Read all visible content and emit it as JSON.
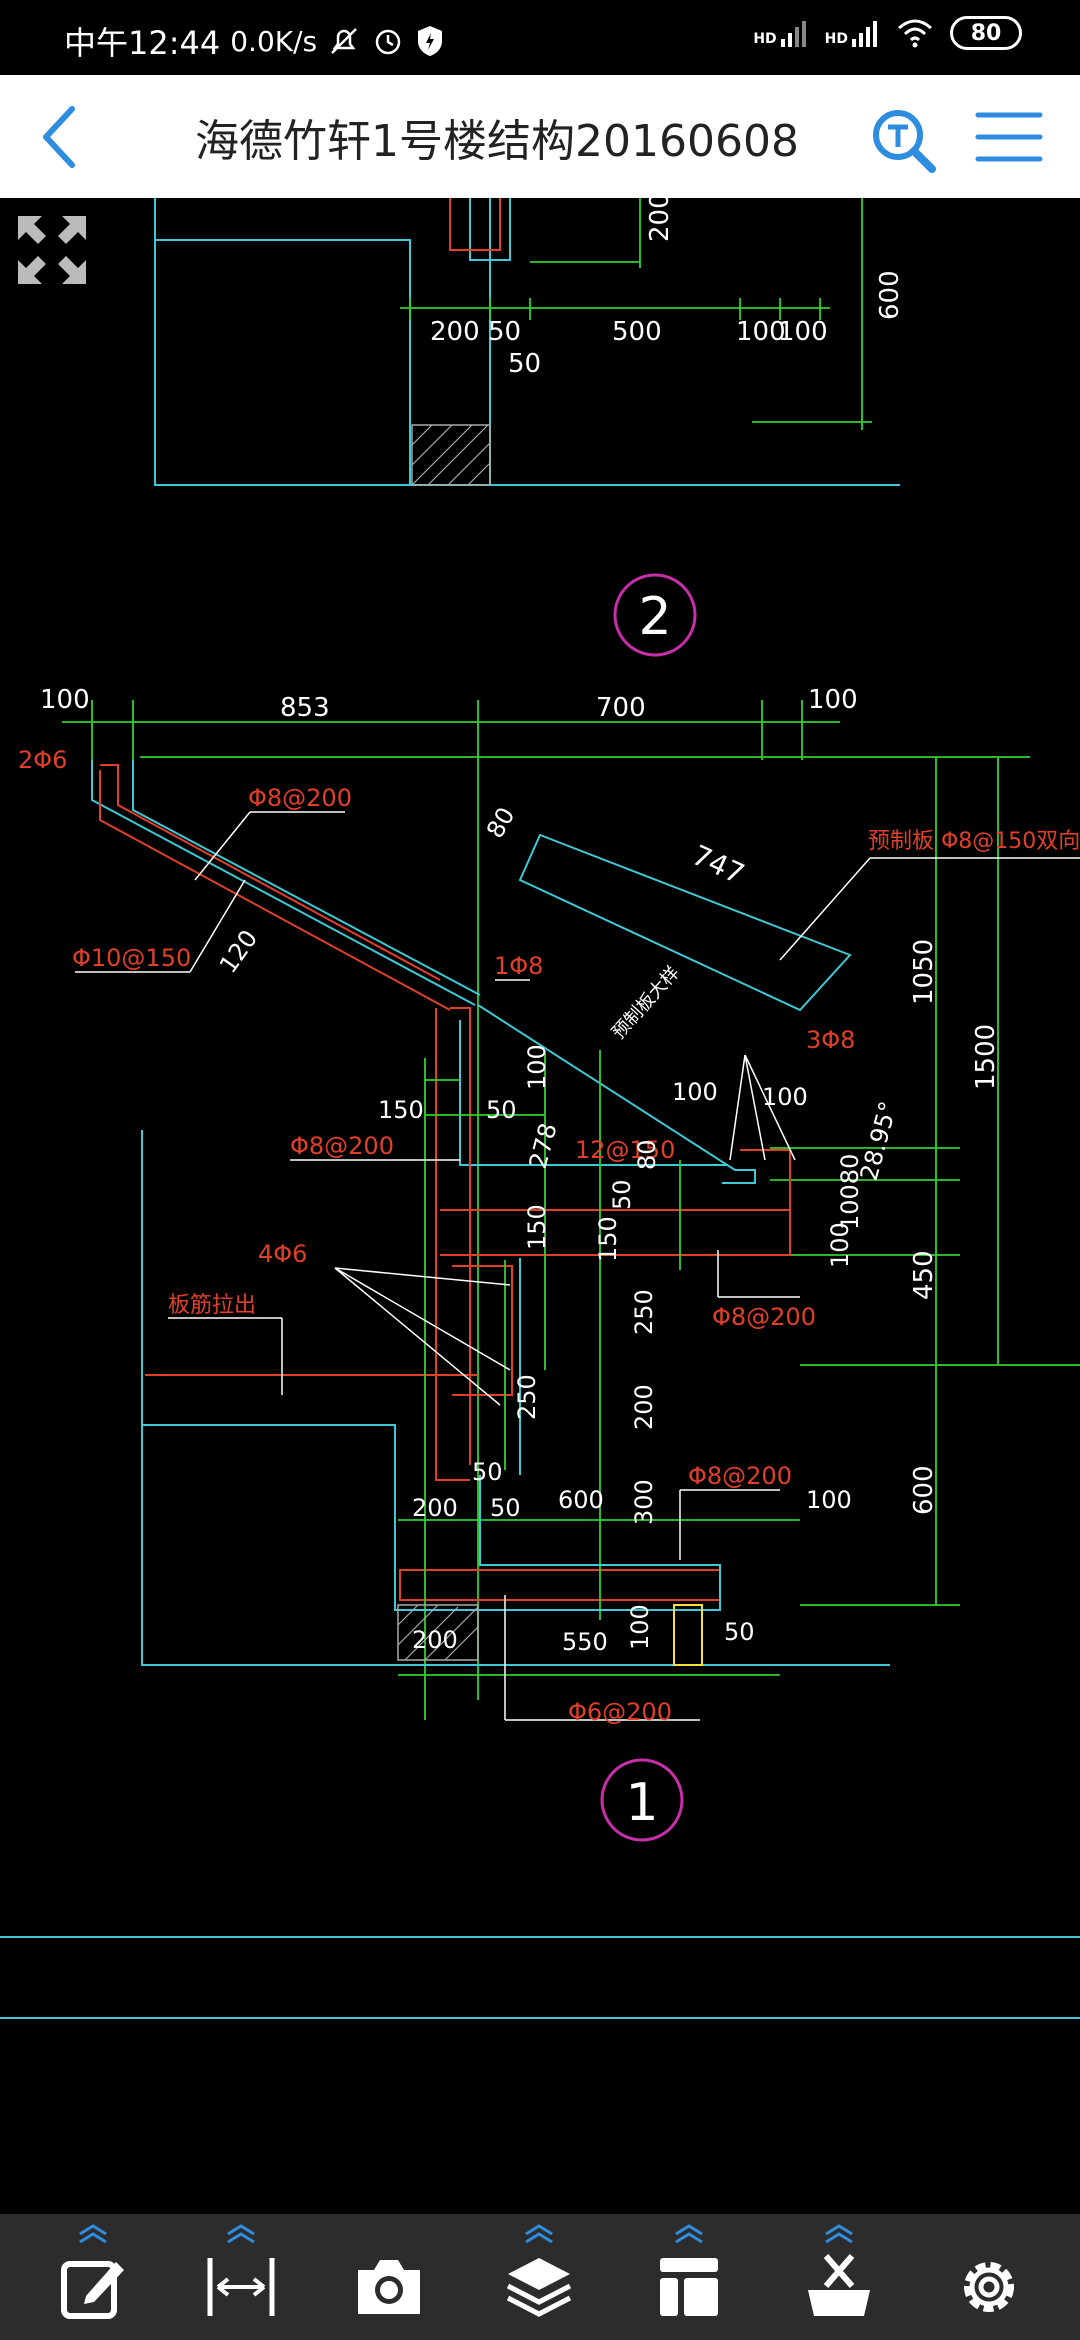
{
  "status_bar": {
    "time": "中午12:44",
    "net_speed": "0.0K/s",
    "signal_1": "HD",
    "signal_2": "HD",
    "battery": "80"
  },
  "header": {
    "title": "海德竹轩1号楼结构20160608",
    "icons": [
      "back-icon",
      "text-search-icon",
      "menu-icon"
    ]
  },
  "drawing": {
    "upper_dims": [
      "200",
      "50",
      "500",
      "100",
      "100",
      "50",
      "600",
      "200"
    ],
    "section_markers": [
      "2",
      "1"
    ],
    "top_dims": [
      "100",
      "853",
      "700",
      "100"
    ],
    "red_labels": {
      "rebar_2phi6": "2Φ6",
      "phi8_200_a": "Φ8@200",
      "phi10_150": "Φ10@150",
      "phi8_1": "1Φ8",
      "precast_board": "预制板 Φ8@150双向",
      "three_phi8": "3Φ8",
      "phi8_200_b": "Φ8@200",
      "twelve_phi150": "12@150",
      "four_phi6": "4Φ6",
      "board_rebar": "板筋拉出",
      "phi8_200_c": "Φ8@200",
      "phi8_200_d": "Φ8@200",
      "phi6_200": "Φ6@200"
    },
    "white_dims": {
      "d80": "80",
      "d747": "747",
      "d120": "120",
      "d150": "150",
      "d50a": "50",
      "d100a": "100",
      "d278": "278",
      "d100b": "100",
      "d100c": "100",
      "d50b": "50",
      "d80b": "80",
      "d150b": "150",
      "d150c": "150",
      "d250a": "250",
      "d250b": "250",
      "d200a": "200",
      "d50c": "50",
      "d200b": "200",
      "d50d": "50",
      "d600a": "600",
      "d300": "300",
      "d100d": "100",
      "d200c": "200",
      "d550": "550",
      "d100e": "100",
      "d50e": "50",
      "d10080": "10080",
      "d100f": "100",
      "angle": "28.95°",
      "precast_note": "预制板大样"
    },
    "right_dims": [
      "1050",
      "1500",
      "450",
      "600"
    ]
  },
  "toolbar": {
    "tools": [
      "edit-icon",
      "measure-icon",
      "camera-icon",
      "layers-icon",
      "layout-icon",
      "toolbox-icon",
      "settings-icon"
    ]
  },
  "colors": {
    "cad_green": "#2fd12f",
    "cad_red": "#e0402a",
    "cad_cyan": "#3ec9d6",
    "cad_magenta": "#c62fa8",
    "accent_blue": "#2f8de0"
  }
}
